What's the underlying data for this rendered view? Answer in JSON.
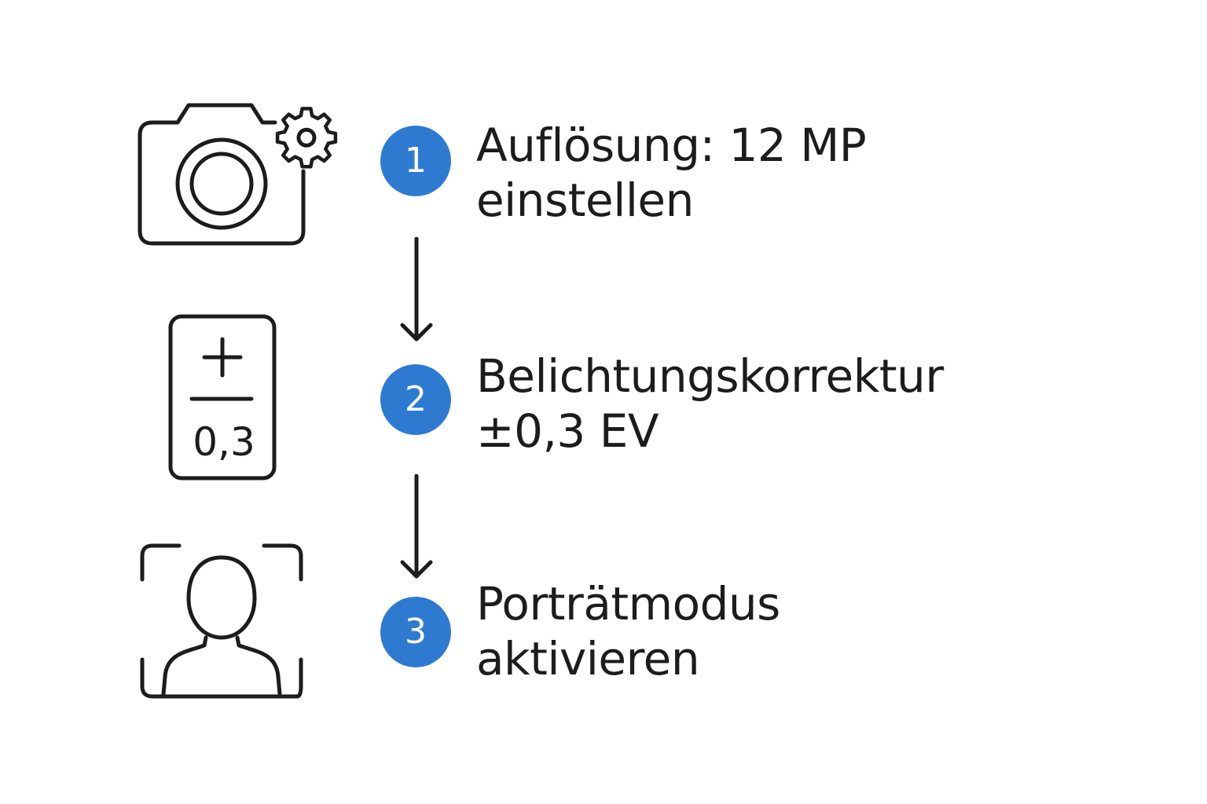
{
  "colors": {
    "badge": "#2f7ad1",
    "stroke": "#1c1c1c",
    "text": "#1c1c1c"
  },
  "steps": [
    {
      "number": "1",
      "line1": "Auflösung: 12 MP",
      "line2": "einstellen",
      "icon": "camera-settings-icon"
    },
    {
      "number": "2",
      "line1": "Belichtungskorrektur",
      "line2": "±0,3 EV",
      "icon": "exposure-compensation-icon",
      "icon_label": "0,3"
    },
    {
      "number": "3",
      "line1": "Porträtmodus",
      "line2": "aktivieren",
      "icon": "portrait-focus-icon"
    }
  ]
}
